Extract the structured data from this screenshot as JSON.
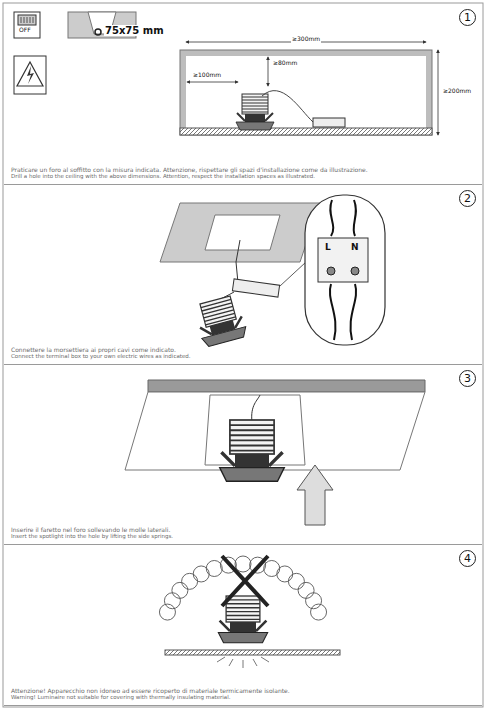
{
  "diagram": {
    "nodes": [
      {
        "text": [
          "1",
          "Praticare un foro al soffitto con la misura indicata. Attenzione, rispettare gli spazi d'installazione come da illustrazione.",
          "Drill a hole into the ceiling with the above dimensions. Attention, respect the installation spaces as illustrated."
        ]
      },
      {
        "text": [
          "2",
          "Connettere la morsettiera ai propri cavi come indicato.",
          "Connect the terminal box to your own electric wires as indicated."
        ]
      },
      {
        "text": [
          "3",
          "Inserire il faretto nel foro sollevando le molle laterali.",
          "Insert the spotlight into the hole by lifting the side springs."
        ]
      },
      {
        "text": [
          "4",
          "Attenzione! Apparecchio non idoneo ad essere ricoperto di materiale termicamente isolante.",
          "Warning! Luminaire not suitable for covering with thermally insulating material."
        ]
      }
    ],
    "labels": [
      "OFF",
      "75x75 mm",
      "≥300mm",
      "≥80mm",
      "≥100mm",
      "≥200mm",
      "L",
      "N"
    ]
  }
}
